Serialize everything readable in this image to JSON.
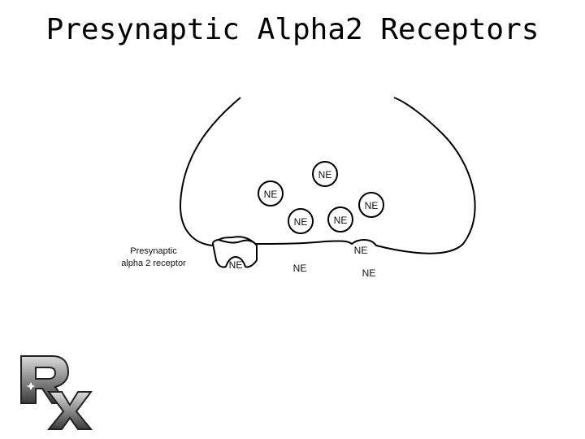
{
  "slide": {
    "title": "Presynaptic Alpha2 Receptors"
  },
  "diagram": {
    "receptor_label_line1": "Presynaptic",
    "receptor_label_line2": "alpha 2  receptor",
    "vesicles": [
      "NE",
      "NE",
      "NE",
      "NE",
      "NE"
    ],
    "membrane_bound": [
      "NE",
      "NE"
    ],
    "free_molecules": [
      "NE",
      "NE"
    ]
  },
  "logo": {
    "icon": "rx-logo-icon",
    "text": "Rx"
  }
}
